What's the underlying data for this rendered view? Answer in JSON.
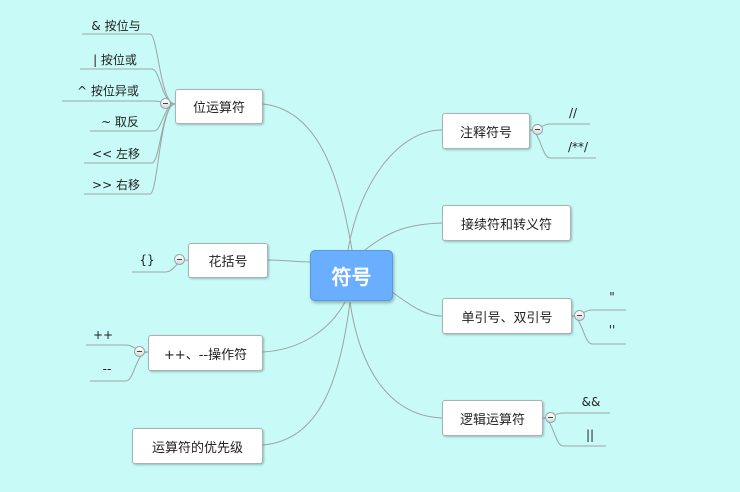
{
  "center": {
    "label": "符号"
  },
  "left_branches": {
    "bitwise": {
      "label": "位运算符",
      "children": [
        "& 按位与",
        "| 按位或",
        "^ 按位异或",
        "~ 取反",
        "<< 左移",
        ">> 右移"
      ]
    },
    "braces": {
      "label": "花括号",
      "children": [
        "{}"
      ]
    },
    "incdec": {
      "label": "++、--操作符",
      "children": [
        "++",
        "--"
      ]
    },
    "precedence": {
      "label": "运算符的优先级"
    }
  },
  "right_branches": {
    "comment": {
      "label": "注释符号",
      "children": [
        "//",
        "/**/"
      ]
    },
    "continuation": {
      "label": "接续符和转义符"
    },
    "quotes": {
      "label": "单引号、双引号",
      "children": [
        "\"",
        "''"
      ]
    },
    "logical": {
      "label": "逻辑运算符",
      "children": [
        "&&",
        "||"
      ]
    }
  },
  "colors": {
    "background": "#c8fbf7",
    "center_fill": "#6aaeff",
    "connector": "#9aa4a4"
  }
}
